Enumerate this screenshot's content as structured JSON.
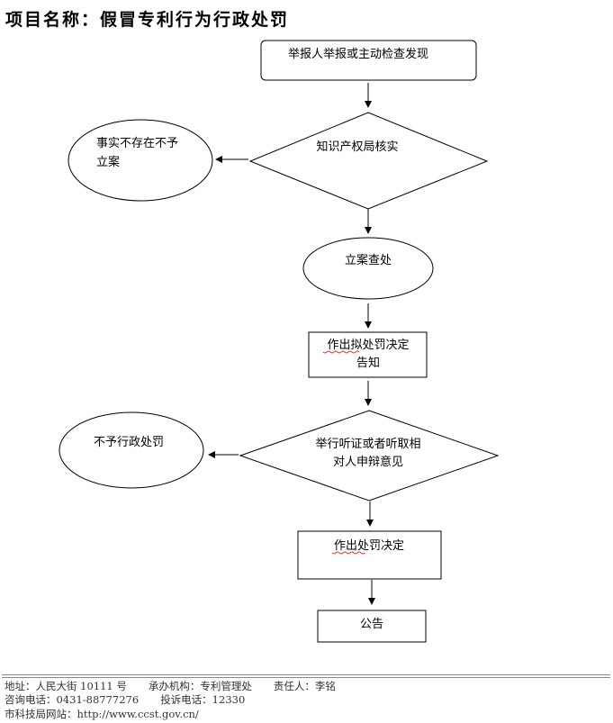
{
  "title": "项目名称：假冒专利行为行政处罚",
  "nodes": {
    "start": "举报人举报或主动检查发现",
    "verify": "知识产权局核实",
    "no_case_line1": "事实不存在不予",
    "no_case_line2": "立案",
    "investigate": "立案查处",
    "notice_line1": "作出拟处罚决定",
    "notice_line2": "告知",
    "hearing_line1": "举行听证或者听取相",
    "hearing_line2": "对人申辩意见",
    "no_penalty": "不予行政处罚",
    "decision": "作出处罚决定",
    "announce": "公告"
  },
  "footer": {
    "address": "地址：人民大街 10111 号",
    "agency": "承办机构：专利管理处",
    "responsible": "责任人：李铭",
    "phone": "咨询电话：0431-88777276",
    "complaint": "投诉电话：12330",
    "website": "市科技局网站：http://www.ccst.gov.cn/"
  }
}
